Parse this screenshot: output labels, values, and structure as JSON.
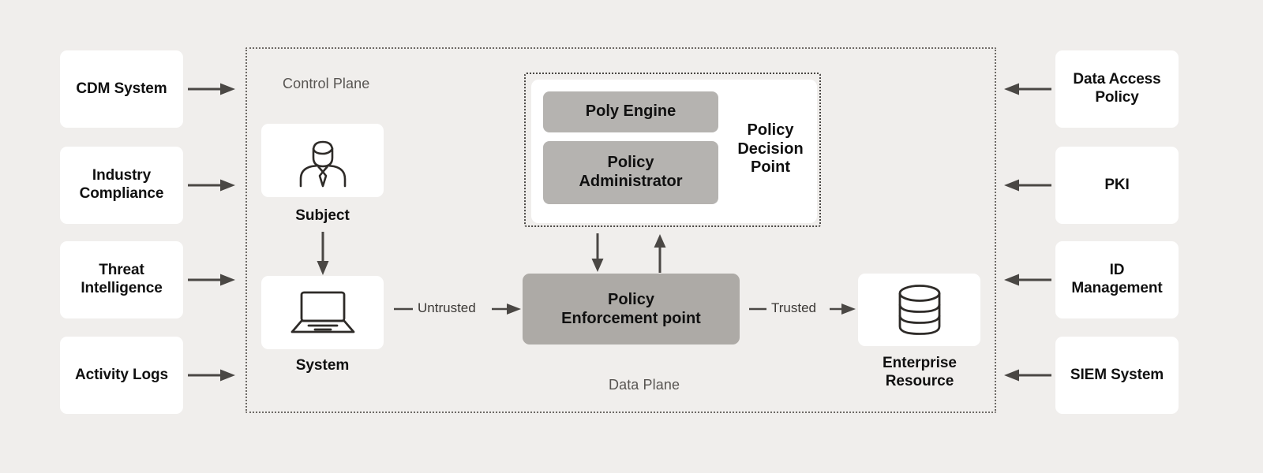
{
  "diagram": {
    "background_color": "#F0EEEC",
    "boundary_label_control": "Control Plane",
    "boundary_label_data": "Data Plane"
  },
  "left_inputs": [
    {
      "label": "CDM System",
      "arrow": "arrow-right-icon"
    },
    {
      "label": "Industry\nCompliance",
      "arrow": "arrow-right-icon"
    },
    {
      "label": "Threat\nIntelligence",
      "arrow": "arrow-right-icon"
    },
    {
      "label": "Activity Logs",
      "arrow": "arrow-right-icon"
    }
  ],
  "right_inputs": [
    {
      "label": "Data Access\nPolicy",
      "arrow": "arrow-left-icon"
    },
    {
      "label": "PKI",
      "arrow": "arrow-left-icon"
    },
    {
      "label": "ID\nManagement",
      "arrow": "arrow-left-icon"
    },
    {
      "label": "SIEM System",
      "arrow": "arrow-left-icon"
    }
  ],
  "control_plane": {
    "label": "Control Plane",
    "subject": {
      "icon": "user-person-icon",
      "caption": "Subject"
    },
    "policy_decision_point": {
      "title": "Policy\nDecision\nPoint",
      "components": [
        {
          "label": "Poly Engine"
        },
        {
          "label": "Policy\nAdministrator"
        }
      ]
    }
  },
  "data_plane": {
    "label": "Data Plane",
    "system": {
      "icon": "laptop-icon",
      "caption": "System"
    },
    "policy_enforcement_point": {
      "label": "Policy\nEnforcement point"
    },
    "enterprise_resource": {
      "icon": "database-cylinder-icon",
      "caption": "Enterprise\nResource"
    },
    "connections": [
      {
        "label": "Untrusted",
        "from": "System",
        "to": "Policy Enforcement point"
      },
      {
        "label": "Trusted",
        "from": "Policy Enforcement point",
        "to": "Enterprise Resource"
      }
    ]
  },
  "colors": {
    "background": "#F0EEEC",
    "card_fill": "#FFFFFF",
    "gray_component": "#B5B3B0",
    "pep_fill": "#ADAAA6",
    "arrow": "#4a4744",
    "boundary_dotted": "#6e6a66",
    "icon_stroke": "#2e2b28",
    "plane_label": "#585552"
  }
}
